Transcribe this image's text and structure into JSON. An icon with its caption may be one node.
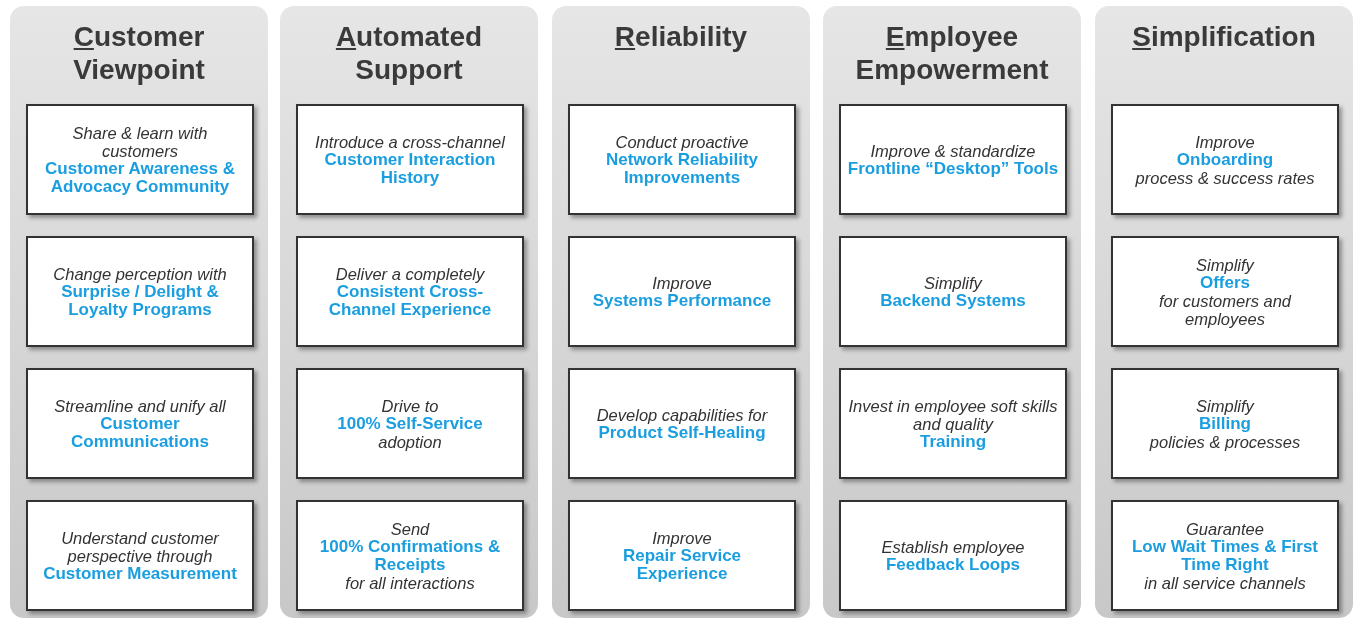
{
  "diagram": {
    "nodes": [
      {
        "text": [
          "Customer Viewpoint"
        ]
      },
      {
        "text": [
          "Share & learn with customers **Customer Awareness & Advocacy Community**"
        ],
        "in": 0
      },
      {
        "text": [
          "Change perception with **Surprise / Delight & Loyalty Programs**"
        ],
        "in": 0
      },
      {
        "text": [
          "Streamline and unify all **Customer Communications**"
        ],
        "in": 0
      },
      {
        "text": [
          "Understand customer perspective through **Customer Measurement**"
        ],
        "in": 0
      },
      {
        "text": [
          "Automated Support"
        ]
      },
      {
        "text": [
          "Introduce a cross-channel **Customer Interaction History**"
        ],
        "in": 5
      },
      {
        "text": [
          "Deliver a completely **Consistent Cross-Channel Experience**"
        ],
        "in": 5
      },
      {
        "text": [
          "Drive to **100% Self-Service** adoption"
        ],
        "in": 5
      },
      {
        "text": [
          "Send **100% Confirmations & Receipts** for all interactions"
        ],
        "in": 5
      },
      {
        "text": [
          "Reliability"
        ]
      },
      {
        "text": [
          "Conduct proactive **Network Reliability Improvements**"
        ],
        "in": 10
      },
      {
        "text": [
          "Improve **Systems Performance**"
        ],
        "in": 10
      },
      {
        "text": [
          "Develop capabilities for **Product Self-Healing**"
        ],
        "in": 10
      },
      {
        "text": [
          "Improve **Repair Service Experience**"
        ],
        "in": 10
      },
      {
        "text": [
          "Employee Empowerment"
        ]
      },
      {
        "text": [
          "Improve & standardize **Frontline “Desktop” Tools**"
        ],
        "in": 15
      },
      {
        "text": [
          "Simplify **Backend Systems**"
        ],
        "in": 15
      },
      {
        "text": [
          "Invest in employee soft skills and quality **Training**"
        ],
        "in": 15
      },
      {
        "text": [
          "Establish employee **Feedback Loops**"
        ],
        "in": 15
      },
      {
        "text": [
          "Simplification"
        ]
      },
      {
        "text": [
          "Improve **Onboarding** process & success rates"
        ],
        "in": 20
      },
      {
        "text": [
          "Simplify **Offers** for customers and employees"
        ],
        "in": 20
      },
      {
        "text": [
          "Simplify **Billing** policies & processes"
        ],
        "in": 20
      },
      {
        "text": [
          "Guarantee **Low Wait Times & First Time Right** in all service channels"
        ],
        "in": 20
      }
    ]
  }
}
